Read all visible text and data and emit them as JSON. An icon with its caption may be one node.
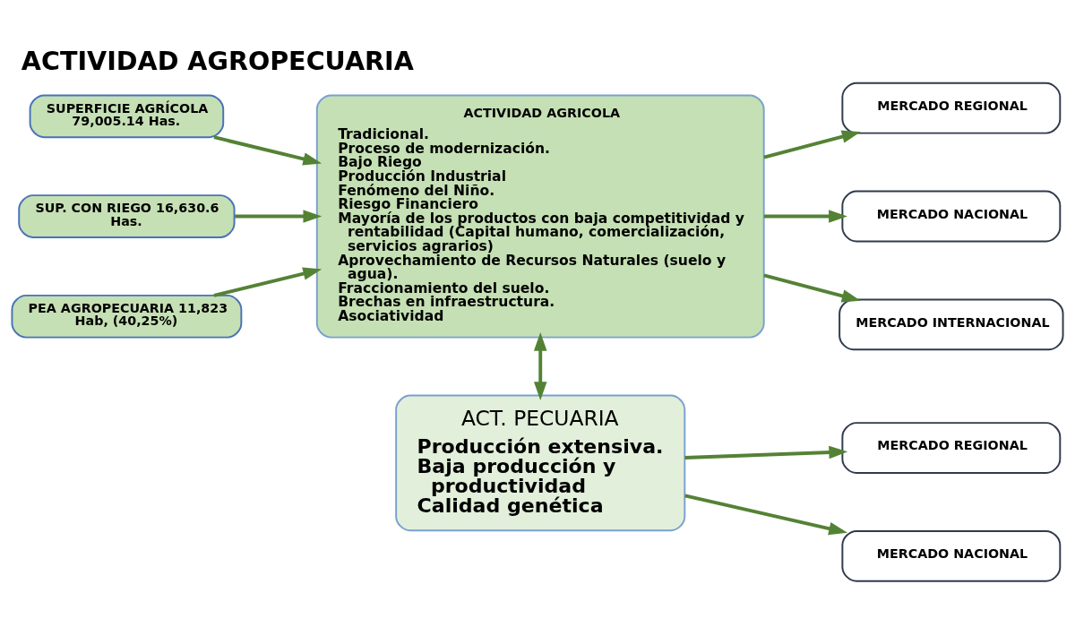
{
  "diagram": {
    "title": "ACTIVIDAD AGROPECUARIA",
    "nodes": [
      {
        "text": [
          "SUPERFICIE AGRÍCOLA 79,005.14 Has."
        ]
      },
      {
        "text": [
          "SUP. CON RIEGO 16,630.6 Has."
        ]
      },
      {
        "text": [
          "PEA AGROPECUARIA 11,823 Hab, (40,25%)"
        ]
      },
      {
        "text": [
          "ACTIVIDAD AGRICOLA",
          "Tradicional.",
          "Proceso de modernización.",
          "Bajo Riego",
          "Producción Industrial",
          "Fenómeno del Niño.",
          "Riesgo Financiero",
          "Mayoría de los productos con baja competitividad y rentabilidad (Capital humano, comercialización, servicios agrarios)",
          "Aprovechamiento de Recursos Naturales (suelo y agua).",
          "Fraccionamiento del suelo.",
          "Brechas en infraestructura.",
          "Asociatividad"
        ]
      },
      {
        "text": [
          "MERCADO REGIONAL"
        ]
      },
      {
        "text": [
          "MERCADO NACIONAL"
        ]
      },
      {
        "text": [
          "MERCADO INTERNACIONAL"
        ]
      },
      {
        "text": [
          "ACT. PECUARIA",
          "Producción extensiva.",
          "Baja producción y productividad",
          "Calidad genética"
        ]
      },
      {
        "text": [
          "MERCADO REGIONAL"
        ]
      },
      {
        "text": [
          "MERCADO NACIONAL"
        ]
      }
    ],
    "edges": [
      {
        "from": 0,
        "to": 3,
        "arrow": "to"
      },
      {
        "from": 1,
        "to": 3,
        "arrow": "to"
      },
      {
        "from": 2,
        "to": 3,
        "arrow": "to"
      },
      {
        "from": 3,
        "to": 4,
        "arrow": "to"
      },
      {
        "from": 3,
        "to": 5,
        "arrow": "to"
      },
      {
        "from": 3,
        "to": 6,
        "arrow": "to"
      },
      {
        "from": 3,
        "to": 7,
        "arrow": "both"
      },
      {
        "from": 7,
        "to": 8,
        "arrow": "to"
      },
      {
        "from": 7,
        "to": 9,
        "arrow": "to"
      }
    ]
  }
}
